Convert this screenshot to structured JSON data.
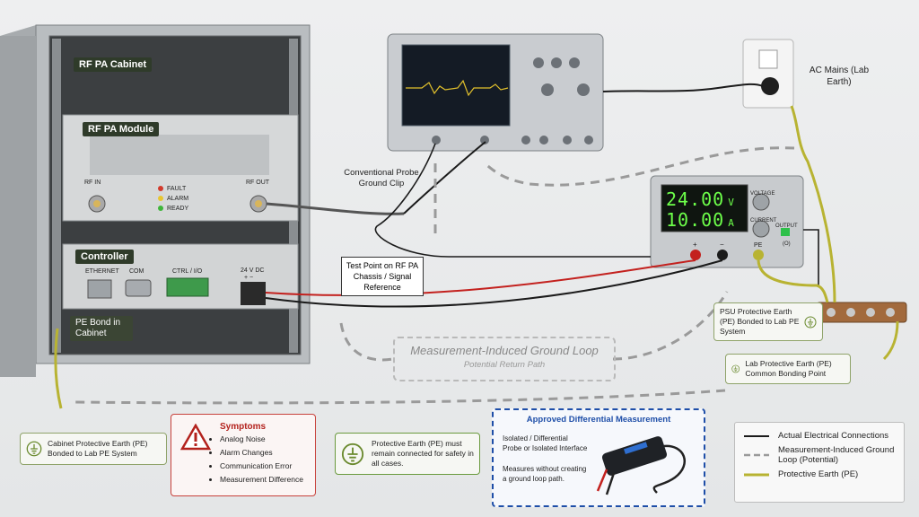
{
  "cabinet": {
    "title": "RF PA Cabinet",
    "module_label": "RF PA Module",
    "rf_in": "RF IN",
    "rf_out": "RF OUT",
    "leds": [
      {
        "label": "FAULT",
        "color": "#d23a2b"
      },
      {
        "label": "ALARM",
        "color": "#e7c631"
      },
      {
        "label": "READY",
        "color": "#3fb53a"
      }
    ],
    "controller_label": "Controller",
    "ethernet": "ETHERNET",
    "com": "COM",
    "ctrl_io": "CTRL / I/O",
    "dc_label": "24 V DC",
    "dc_polarity": "+  −",
    "pe_bond": "PE Bond in Cabinet"
  },
  "ac_mains": "AC Mains (Lab Earth)",
  "probe_clip": "Conventional Probe Ground Clip",
  "test_point": "Test Point on RF PA Chassis / Signal Reference",
  "psu": {
    "voltage": "24.00",
    "voltage_unit": "V",
    "current": "10.00",
    "current_unit": "A",
    "voltage_knob": "VOLTAGE",
    "current_knob": "CURRENT",
    "output": "OUTPUT",
    "plus": "+",
    "minus": "−",
    "pe": "PE",
    "on": "(O)",
    "pe_note": "PSU Protective Earth (PE) Bonded to Lab PE System"
  },
  "ground_loop": {
    "title": "Measurement-Induced Ground Loop",
    "subtitle": "Potential Return Path"
  },
  "lab_pe": "Lab Protective Earth (PE) Common Bonding Point",
  "cabinet_pe": "Cabinet Protective Earth (PE) Bonded to Lab PE System",
  "symptoms": {
    "title": "Symptoms",
    "items": [
      "Analog Noise",
      "Alarm Changes",
      "Communication Error",
      "Measurement Difference"
    ]
  },
  "pe_warning": "Protective Earth (PE) must remain connected for safety in all cases.",
  "approved": {
    "title": "Approved Differential Measurement",
    "line1": "Isolated / Differential Probe or Isolated Interface",
    "line2": "Measures without creating a ground loop path."
  },
  "legend": {
    "actual": "Actual Electrical Connections",
    "loop": "Measurement-Induced Ground Loop (Potential)",
    "pe": "Protective Earth (PE)"
  },
  "colors": {
    "pe_wire": "#b8b332",
    "red_wire": "#c3211e",
    "black_wire": "#1b1b1b",
    "dashed": "#9a9a9a",
    "symptom_red": "#b3221d",
    "approved_blue": "#1e4ea8"
  }
}
